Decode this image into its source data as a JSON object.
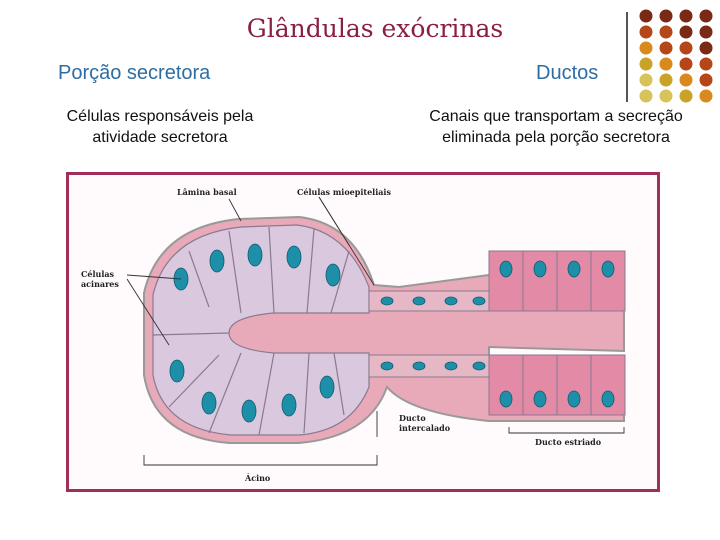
{
  "title": "Glândulas exócrinas",
  "left": {
    "heading": "Porção secretora",
    "desc_line1": "Células responsáveis pela",
    "desc_line2": "atividade secretora"
  },
  "right": {
    "heading": "Ductos",
    "desc_line1": "Canais que transportam a secreção",
    "desc_line2": "eliminada pela porção secretora"
  },
  "figure": {
    "lamina_basal": "Lâmina basal",
    "celulas_mioepiteliais": "Células mioepiteliais",
    "celulas_acinares_1": "Células",
    "celulas_acinares_2": "acinares",
    "ducto_intercalado_1": "Ducto",
    "ducto_intercalado_2": "intercalado",
    "ducto_estriado": "Ducto estriado",
    "acino": "Ácino"
  },
  "colors": {
    "title": "#8a1f45",
    "heading": "#2e6da4",
    "frame": "#a0305a",
    "dots": [
      "#7a2a14",
      "#b5461a",
      "#d98a1c",
      "#c9a227",
      "#d8c35a"
    ]
  }
}
